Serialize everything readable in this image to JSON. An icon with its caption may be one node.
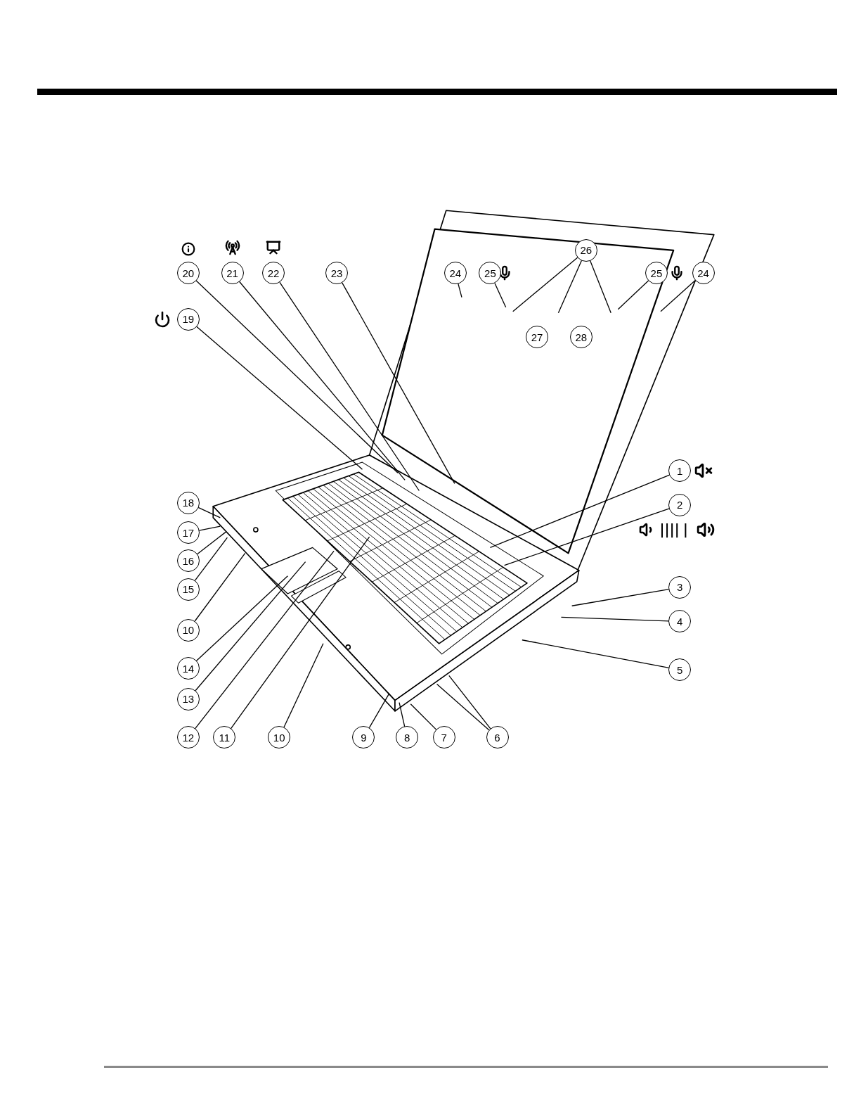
{
  "diagram": {
    "nodes": [
      {
        "text": [
          "1"
        ]
      },
      {
        "text": [
          "2"
        ]
      },
      {
        "text": [
          "3"
        ]
      },
      {
        "text": [
          "4"
        ]
      },
      {
        "text": [
          "5"
        ]
      },
      {
        "text": [
          "6"
        ]
      },
      {
        "text": [
          "7"
        ]
      },
      {
        "text": [
          "8"
        ]
      },
      {
        "text": [
          "9"
        ]
      },
      {
        "text": [
          "10"
        ]
      },
      {
        "text": [
          "10"
        ]
      },
      {
        "text": [
          "11"
        ]
      },
      {
        "text": [
          "12"
        ]
      },
      {
        "text": [
          "13"
        ]
      },
      {
        "text": [
          "14"
        ]
      },
      {
        "text": [
          "15"
        ]
      },
      {
        "text": [
          "16"
        ]
      },
      {
        "text": [
          "17"
        ]
      },
      {
        "text": [
          "18"
        ]
      },
      {
        "text": [
          "19"
        ]
      },
      {
        "text": [
          "20"
        ]
      },
      {
        "text": [
          "21"
        ]
      },
      {
        "text": [
          "22"
        ]
      },
      {
        "text": [
          "23"
        ]
      },
      {
        "text": [
          "24"
        ]
      },
      {
        "text": [
          "25"
        ]
      },
      {
        "text": [
          "25"
        ]
      },
      {
        "text": [
          "24"
        ]
      },
      {
        "text": [
          "26"
        ]
      },
      {
        "text": [
          "27"
        ]
      },
      {
        "text": [
          "28"
        ]
      }
    ],
    "edges": [
      {
        "from": 0,
        "to": null,
        "arrow": "none"
      },
      {
        "from": 1,
        "to": null,
        "arrow": "none"
      },
      {
        "from": 2,
        "to": null,
        "arrow": "none"
      },
      {
        "from": 3,
        "to": null,
        "arrow": "none"
      },
      {
        "from": 4,
        "to": null,
        "arrow": "none"
      },
      {
        "from": 5,
        "to": null,
        "arrow": "none"
      },
      {
        "from": 5,
        "to": null,
        "arrow": "none"
      },
      {
        "from": 6,
        "to": null,
        "arrow": "none"
      },
      {
        "from": 7,
        "to": null,
        "arrow": "none"
      },
      {
        "from": 8,
        "to": null,
        "arrow": "none"
      },
      {
        "from": 9,
        "to": null,
        "arrow": "none"
      },
      {
        "from": 10,
        "to": null,
        "arrow": "none"
      },
      {
        "from": 11,
        "to": null,
        "arrow": "none"
      },
      {
        "from": 12,
        "to": null,
        "arrow": "none"
      },
      {
        "from": 13,
        "to": null,
        "arrow": "none"
      },
      {
        "from": 14,
        "to": null,
        "arrow": "none"
      },
      {
        "from": 15,
        "to": null,
        "arrow": "none"
      },
      {
        "from": 16,
        "to": null,
        "arrow": "none"
      },
      {
        "from": 17,
        "to": null,
        "arrow": "none"
      },
      {
        "from": 18,
        "to": null,
        "arrow": "none"
      },
      {
        "from": 19,
        "to": null,
        "arrow": "none"
      },
      {
        "from": 20,
        "to": null,
        "arrow": "none"
      },
      {
        "from": 21,
        "to": null,
        "arrow": "none"
      },
      {
        "from": 22,
        "to": null,
        "arrow": "none"
      },
      {
        "from": 23,
        "to": null,
        "arrow": "none"
      },
      {
        "from": 24,
        "to": null,
        "arrow": "none"
      },
      {
        "from": 25,
        "to": null,
        "arrow": "none"
      },
      {
        "from": 26,
        "to": null,
        "arrow": "none"
      },
      {
        "from": 27,
        "to": null,
        "arrow": "none"
      },
      {
        "from": 28,
        "to": null,
        "arrow": "none"
      },
      {
        "from": 28,
        "to": null,
        "arrow": "none"
      },
      {
        "from": 28,
        "to": null,
        "arrow": "none"
      }
    ]
  }
}
